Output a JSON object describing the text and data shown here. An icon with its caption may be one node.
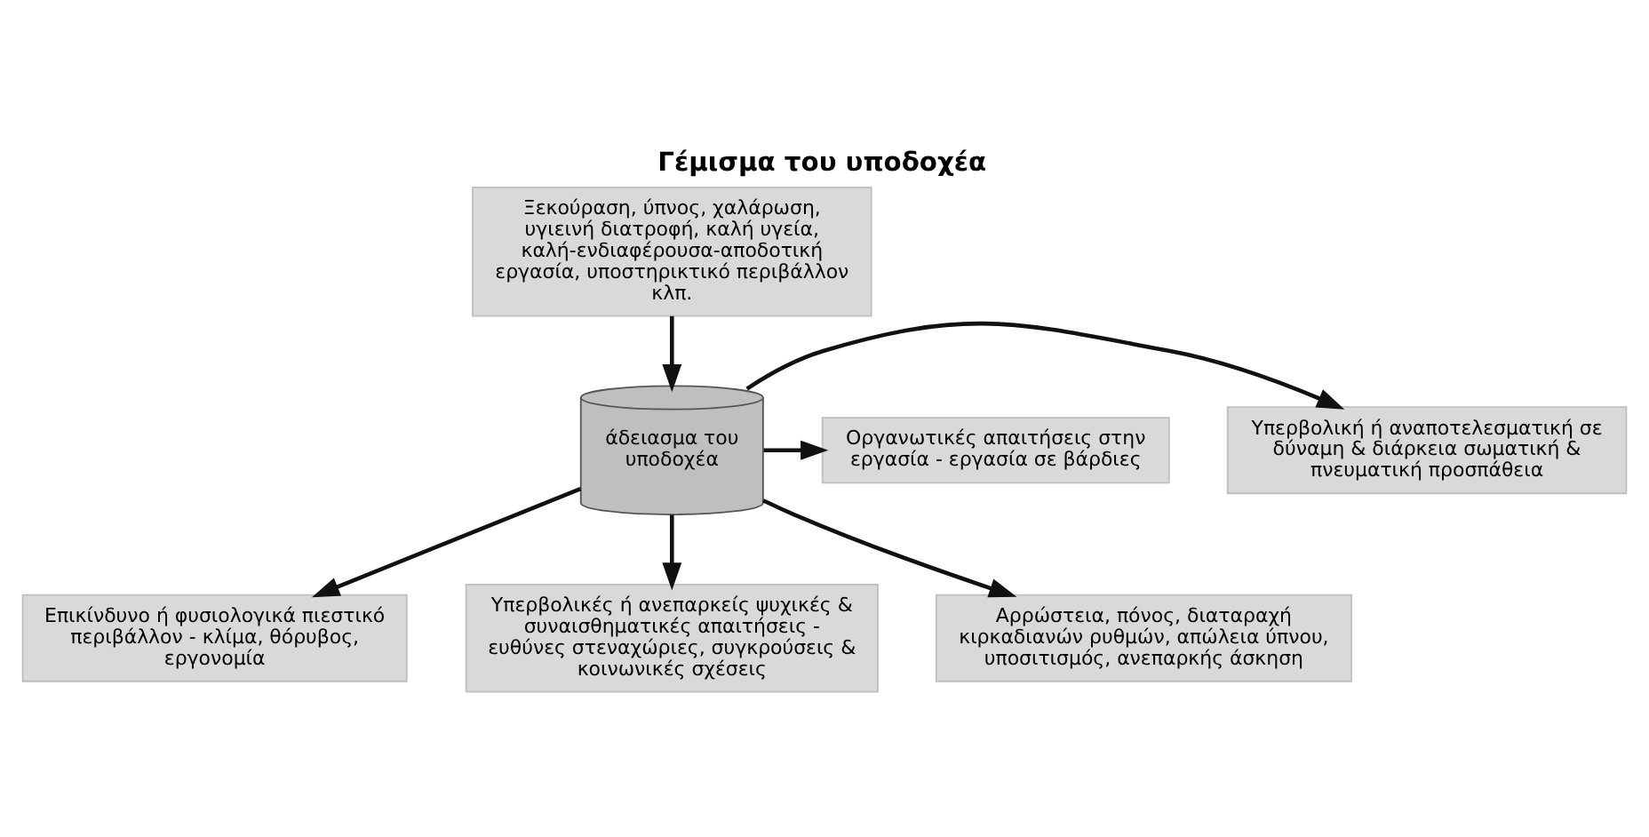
{
  "diagram": {
    "title": "Γέμισμα του υποδοχέα",
    "nodes": [
      {
        "text": [
          "άδειασμα του υποδοχέα"
        ]
      },
      {
        "text": [
          "Ξεκούραση, ύπνος, χαλάρωση, υγιεινή διατροφή, καλή υγεία, καλή-ενδιαφέρουσα-αποδοτική εργασία, υποστηρικτικό περιβάλλον κλπ."
        ]
      },
      {
        "text": [
          "Υπερβολική ή αναποτελεσματική σε δύναμη & διάρκεια σωματική & πνευματική προσπάθεια"
        ]
      },
      {
        "text": [
          "Οργανωτικές απαιτήσεις στην εργασία - εργασία σε βάρδιες"
        ]
      },
      {
        "text": [
          "Επικίνδυνο ή φυσιολογικά πιεστικό περιβάλλον - κλίμα, θόρυβος, εργονομία"
        ]
      },
      {
        "text": [
          "Υπερβολικές ή ανεπαρκείς ψυχικές & συναισθηματικές απαιτήσεις - ευθύνες στεναχώριες, συγκρούσεις & κοινωνικές σχέσεις"
        ]
      },
      {
        "text": [
          "Αρρώστεια, πόνος, διαταραχή κιρκαδιανών ρυθμών, απώλεια ύπνου, υποσιτισμός, ανεπαρκής άσκηση"
        ]
      }
    ],
    "edges": [
      {
        "from": 1,
        "to": 0,
        "arrow": "to"
      },
      {
        "from": 0,
        "to": 2,
        "arrow": "to"
      },
      {
        "from": 0,
        "to": 3,
        "arrow": "to"
      },
      {
        "from": 0,
        "to": 4,
        "arrow": "to"
      },
      {
        "from": 0,
        "to": 5,
        "arrow": "to"
      },
      {
        "from": 0,
        "to": 6,
        "arrow": "to"
      }
    ]
  }
}
